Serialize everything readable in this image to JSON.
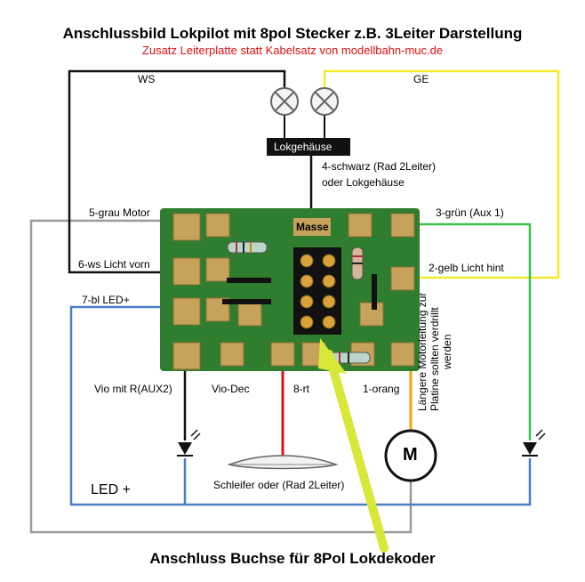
{
  "title": "Anschlussbild Lokpilot mit 8pol Stecker z.B. 3Leiter Darstellung",
  "subtitle": "Zusatz Leiterplatte statt Kabelsatz von modellbahn-muc.de",
  "labels": {
    "ws": "WS",
    "ge": "GE",
    "lokgehaeuse": "Lokgehäuse",
    "schwarz_line1": "4-schwarz (Rad 2Leiter)",
    "schwarz_line2": "oder Lokgehäuse",
    "grau": "5-grau Motor",
    "gruen": "3-grün (Aux 1)",
    "masse": "Masse",
    "ws_licht": "6-ws Licht vorn",
    "gelb": "2-gelb Licht hint",
    "bl": "7-bl LED+",
    "vio_r": "Vio mit R(AUX2)",
    "vio_dec": "Vio-Dec",
    "rt": "8-rt",
    "orang": "1-orang",
    "schleifer": "Schleifer oder (Rad 2Leiter)",
    "led_plus": "LED +",
    "motor": "M",
    "motor_note_1": "Längere Motorleitung zur",
    "motor_note_2": "Platine sollten verdrillt",
    "motor_note_3": "werden",
    "bottom": "Anschluss Buchse für 8Pol Lokdekoder"
  },
  "colors": {
    "board": "#2f7d2f",
    "pad": "#c7a25a",
    "wire_white": "#111111",
    "wire_yellow": "#f2ea2c",
    "wire_grey": "#9a9a9a",
    "wire_green": "#3cc24a",
    "wire_blue": "#4a7fc6",
    "wire_red": "#e01010",
    "wire_orange": "#f0a800",
    "arrow": "#d8e83a"
  }
}
